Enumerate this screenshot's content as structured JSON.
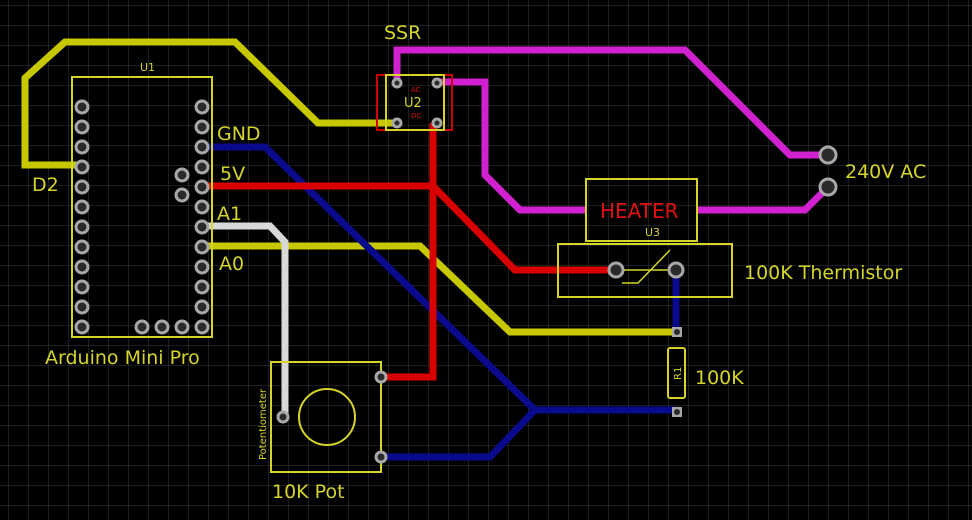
{
  "colors": {
    "background": "#000000",
    "grid": "#3a3a3a",
    "silkscreen": "#d4d42a",
    "trace_signal": "#c8c800",
    "trace_gnd": "#0a0a8c",
    "trace_5v": "#d80000",
    "trace_a1": "#d8d8d8",
    "trace_ac": "#d020d0"
  },
  "components": {
    "u1": {
      "ref": "U1",
      "name": "Arduino Mini Pro",
      "pins": {
        "d2": "D2",
        "gnd": "GND",
        "v5": "5V",
        "a1": "A1",
        "a0": "A0"
      }
    },
    "u2": {
      "ref": "U2",
      "name": "SSR",
      "ac": "AC",
      "dc": "DC"
    },
    "u3": {
      "ref": "U3",
      "name": "HEATER"
    },
    "thermistor": {
      "name": "100K Thermistor"
    },
    "r1": {
      "ref": "R1",
      "value": "100K"
    },
    "pot": {
      "type": "Potentiometer",
      "name": "10K Pot"
    },
    "mains": {
      "name": "240V AC"
    }
  }
}
